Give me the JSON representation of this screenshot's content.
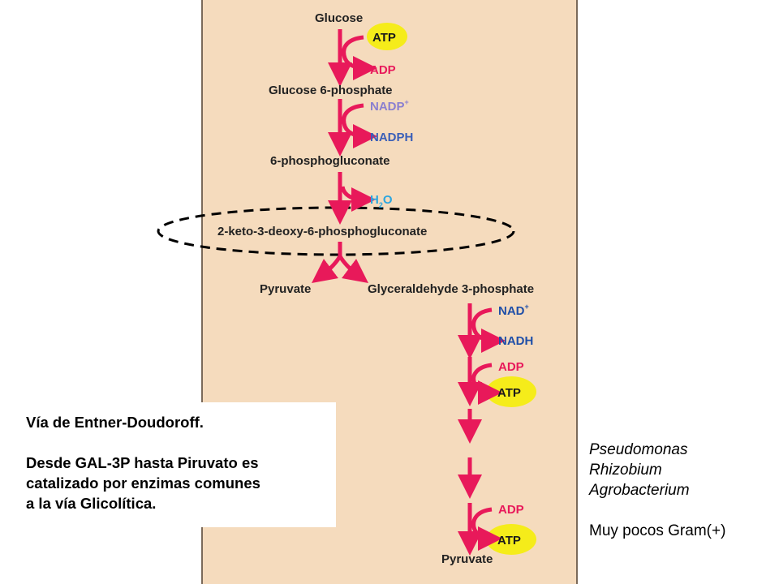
{
  "pathway": {
    "substrates": {
      "glucose": "Glucose",
      "g6p": "Glucose 6-phosphate",
      "pgluconate": "6-phosphogluconate",
      "kdpg": "2-keto-3-deoxy-6-phosphogluconate",
      "pyruvate": "Pyruvate",
      "g3p": "Glyceraldehyde 3-phosphate",
      "pyruvate_final": "Pyruvate"
    },
    "cofactors": {
      "atp1": "ATP",
      "adp1": "ADP",
      "nadp": "NADP",
      "nadp_sup": "+",
      "nadph": "NADPH",
      "h2o_h": "H",
      "h2o_sub": "2",
      "h2o_o": "O",
      "nad": "NAD",
      "nad_sup": "+",
      "nadh": "NADH",
      "adp2": "ADP",
      "atp2": "ATP",
      "adp3": "ADP",
      "atp3": "ATP"
    }
  },
  "note": {
    "title": "Vía de Entner-Doudoroff.",
    "body_line1": "Desde GAL-3P hasta Piruvato es",
    "body_line2": "catalizado por enzimas comunes",
    "body_line3": "a la vía Glicolítica."
  },
  "organisms": {
    "list": [
      "Pseudomonas",
      "Rhizobium",
      "Agrobacterium"
    ],
    "footer": "Muy pocos Gram(+)"
  },
  "colors": {
    "panel_bg": "#f5dbbd",
    "arrow": "#e8195a",
    "atp_highlight": "#f5ec1a",
    "nadp_text": "#8a7fd0",
    "nadh_text": "#1f4fa8",
    "h2o_text": "#2ba6e0"
  }
}
